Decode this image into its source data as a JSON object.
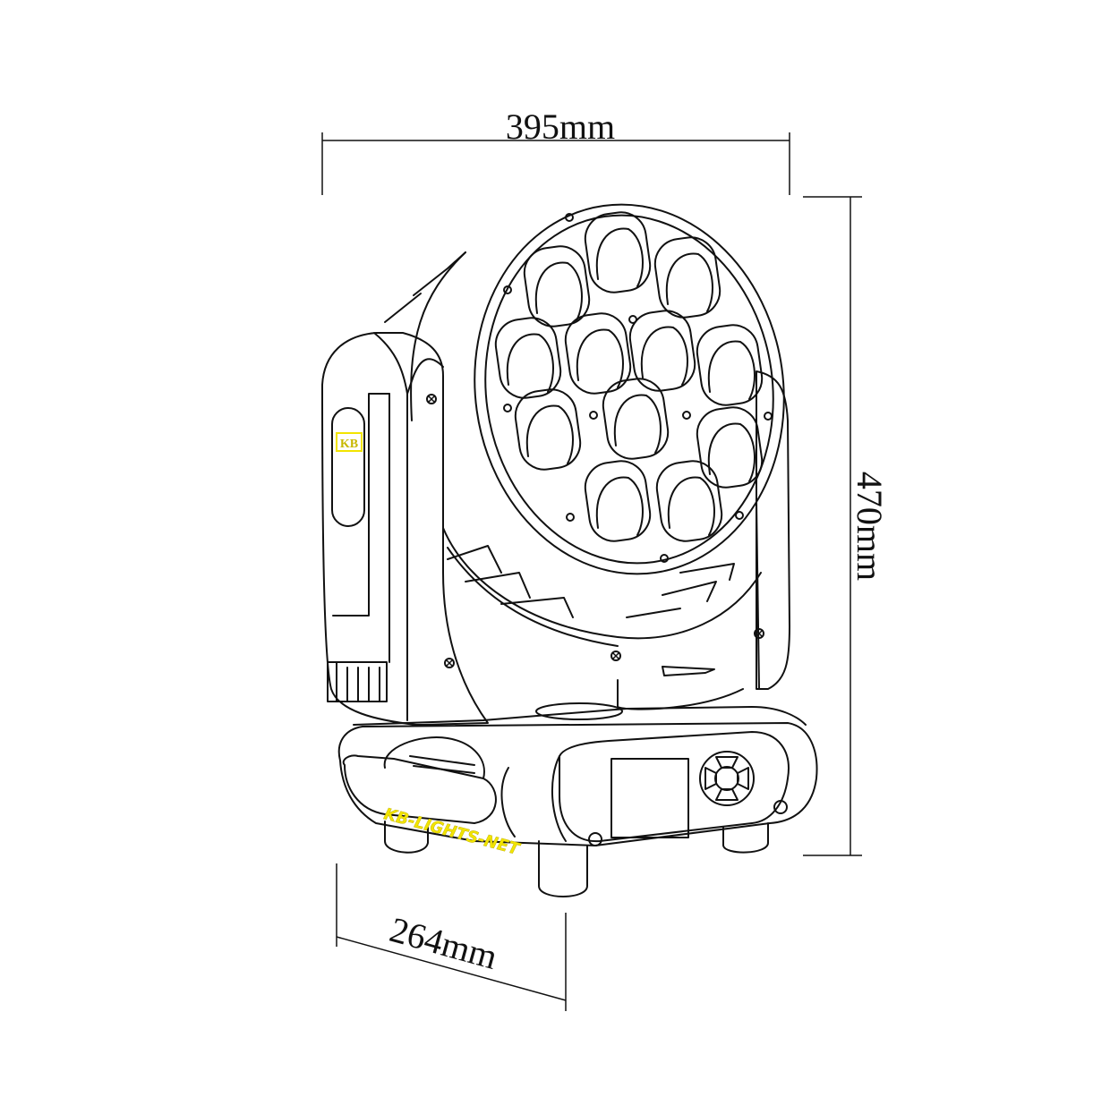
{
  "dimensions": {
    "width": "395mm",
    "height": "470mm",
    "depth": "264mm"
  },
  "branding": {
    "arm_logo": "KB",
    "watermark": "KB-LIGHTS-NET",
    "accent_color": "#f2e400"
  }
}
